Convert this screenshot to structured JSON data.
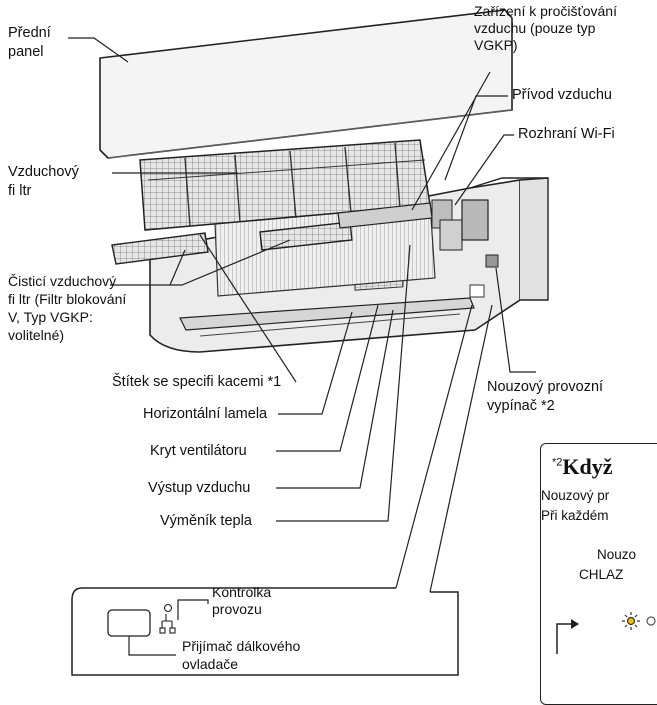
{
  "labels": {
    "front_panel": [
      "Přední",
      "panel"
    ],
    "purifier": [
      "Zařízení k pročišťování",
      "vzduchu (pouze typ",
      "VGKP)"
    ],
    "air_inlet": "Přívod vzduchu",
    "wifi": "Rozhraní Wi-Fi",
    "air_filter": [
      "Vzduchový",
      "fi ltr"
    ],
    "cleaning_filter": [
      "Čisticí vzduchový",
      "fi ltr (Filtr blokování",
      "V, Typ VGKP:",
      "volitelné)"
    ],
    "spec_label": "Štítek se specifi kacemi *1",
    "horizontal_louver": "Horizontální lamela",
    "fan_guard": "Kryt ventilátoru",
    "air_outlet": "Výstup vzduchu",
    "heat_exchanger": "Výměník tepla",
    "emergency_switch": [
      "Nouzový provozní",
      "vypínač *2"
    ],
    "operation_lamp": [
      "Kontrolka",
      "provozu"
    ],
    "remote_receiver": [
      "Přijímač dálkového",
      "ovladače"
    ]
  },
  "note_box": {
    "sup": "*2",
    "title": "Když ",
    "line1": "Nouzový pr",
    "line2": "Při každém",
    "line3": "Nouzo",
    "line4": "CHLAZ"
  },
  "colors": {
    "line": "#222222",
    "panel_fill": "#f4f4f4",
    "filter_fill": "#d9d9d9",
    "body_fill": "#ececec"
  }
}
